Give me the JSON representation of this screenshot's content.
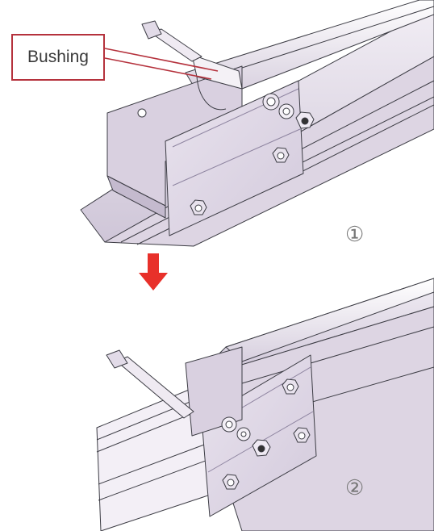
{
  "callout": {
    "text": "Bushing"
  },
  "steps": {
    "step1": "①",
    "step2": "②"
  },
  "colors": {
    "callout_border": "#b5323d",
    "arrow": "#e8302a",
    "metal_face": "#e4dde8",
    "metal_shade": "#c9bfd2",
    "outline": "#3c3c44"
  },
  "icons": {
    "arrow": "arrow-down-icon"
  }
}
